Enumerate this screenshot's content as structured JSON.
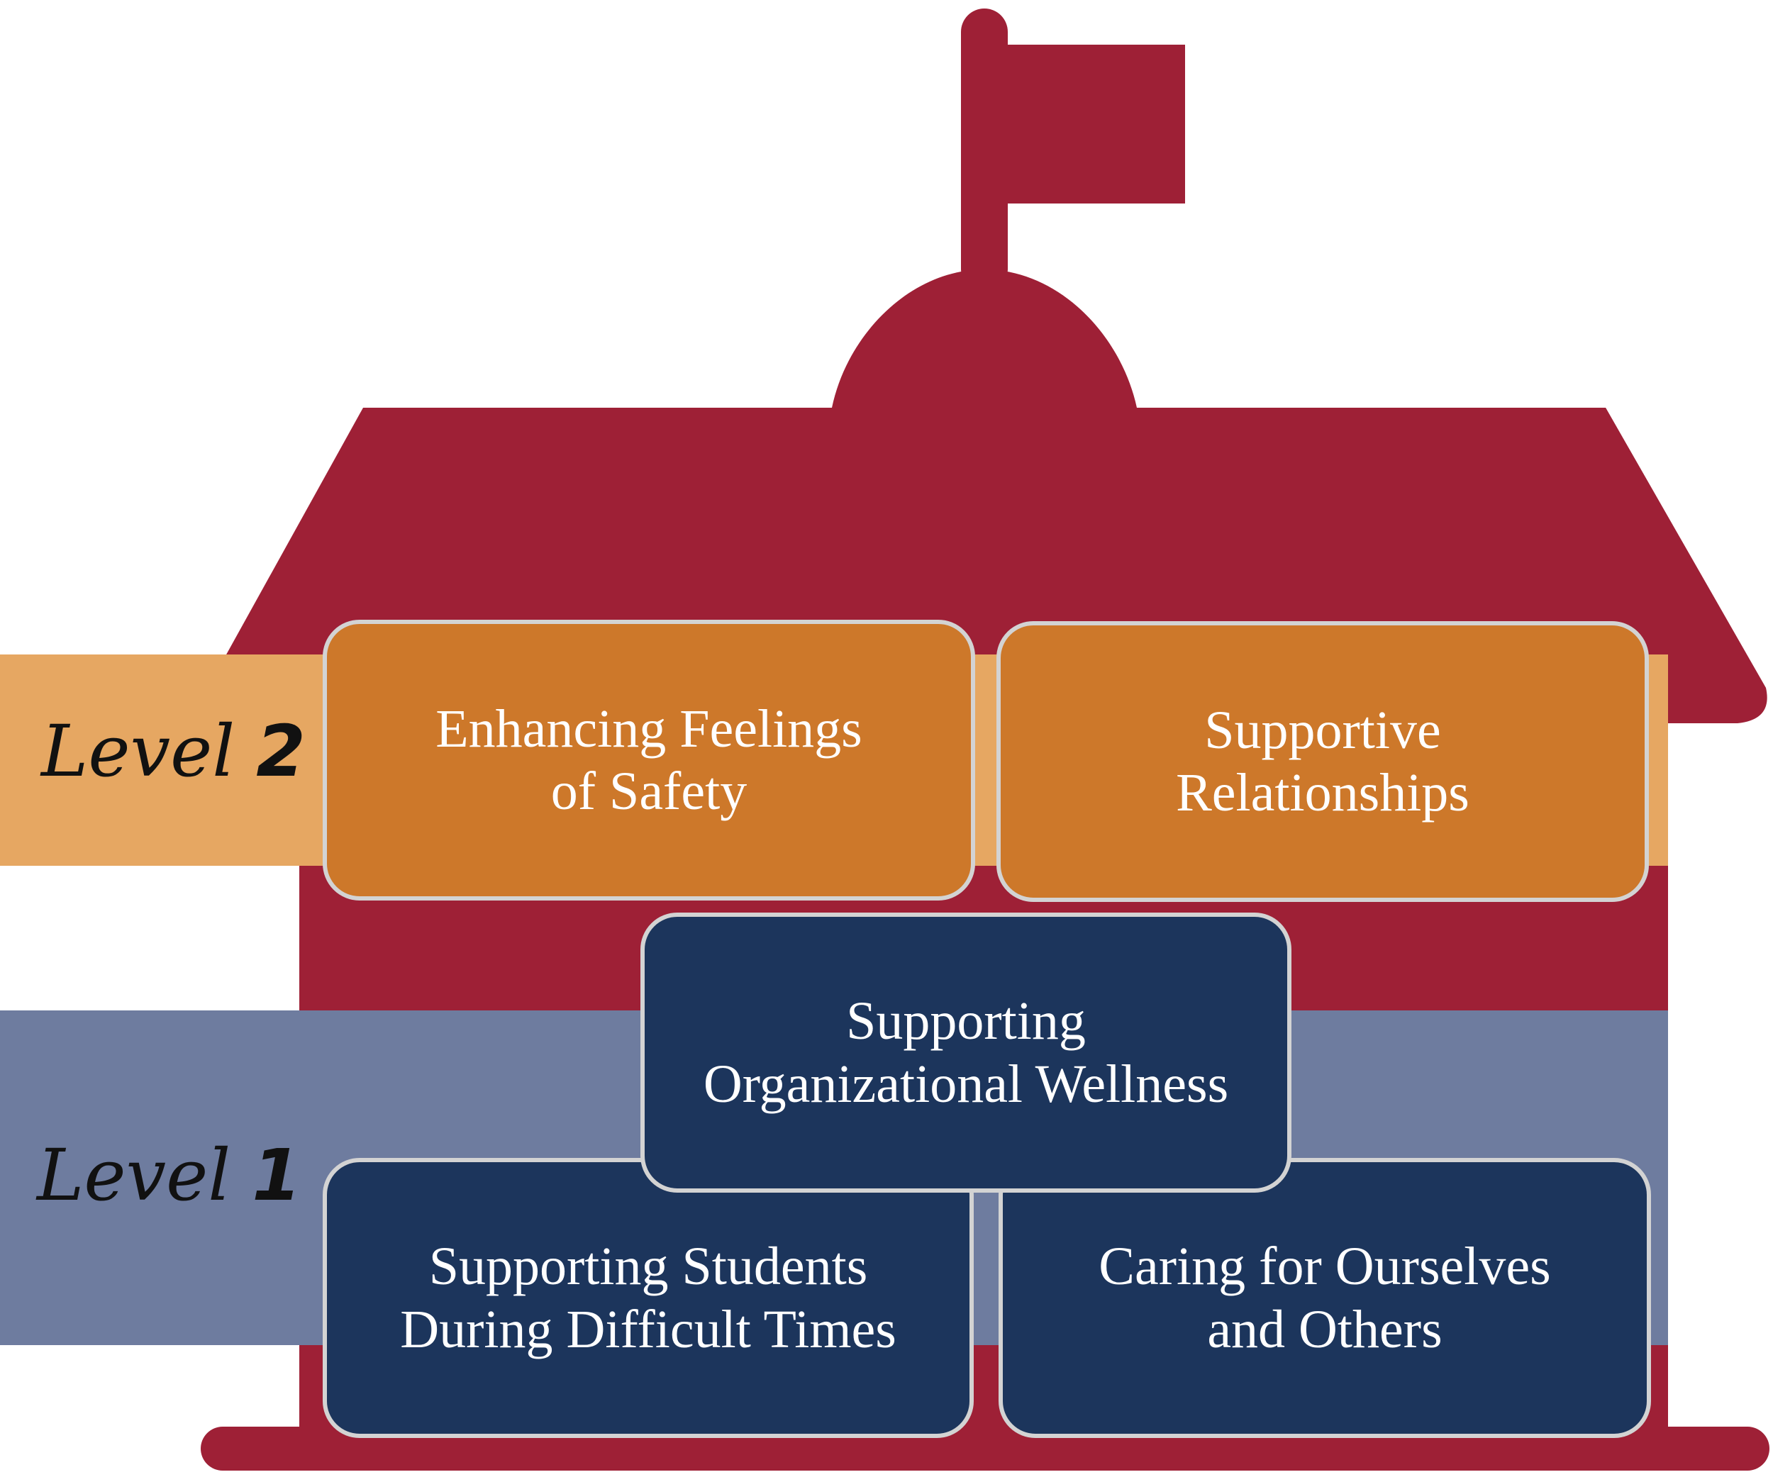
{
  "colors": {
    "school": "#9e2036",
    "level2_band": "#e6a762",
    "level1_band": "#6e7c9f",
    "orange_box": "#cd782a",
    "navy_box": "#1c355c",
    "box_border": "#d3d3d3",
    "label_text": "#111111"
  },
  "levels": {
    "level2": {
      "word": "Level",
      "number": "2"
    },
    "level1": {
      "word": "Level",
      "number": "1"
    }
  },
  "boxes": {
    "safety": {
      "line1": "Enhancing Feelings",
      "line2": "of Safety"
    },
    "relationships": {
      "line1": "Supportive",
      "line2": "Relationships"
    },
    "org_wellness": {
      "line1": "Supporting",
      "line2": "Organizational Wellness"
    },
    "students": {
      "line1": "Supporting Students",
      "line2": "During Difficult Times"
    },
    "caring": {
      "line1": "Caring for Ourselves",
      "line2": "and Others"
    }
  }
}
